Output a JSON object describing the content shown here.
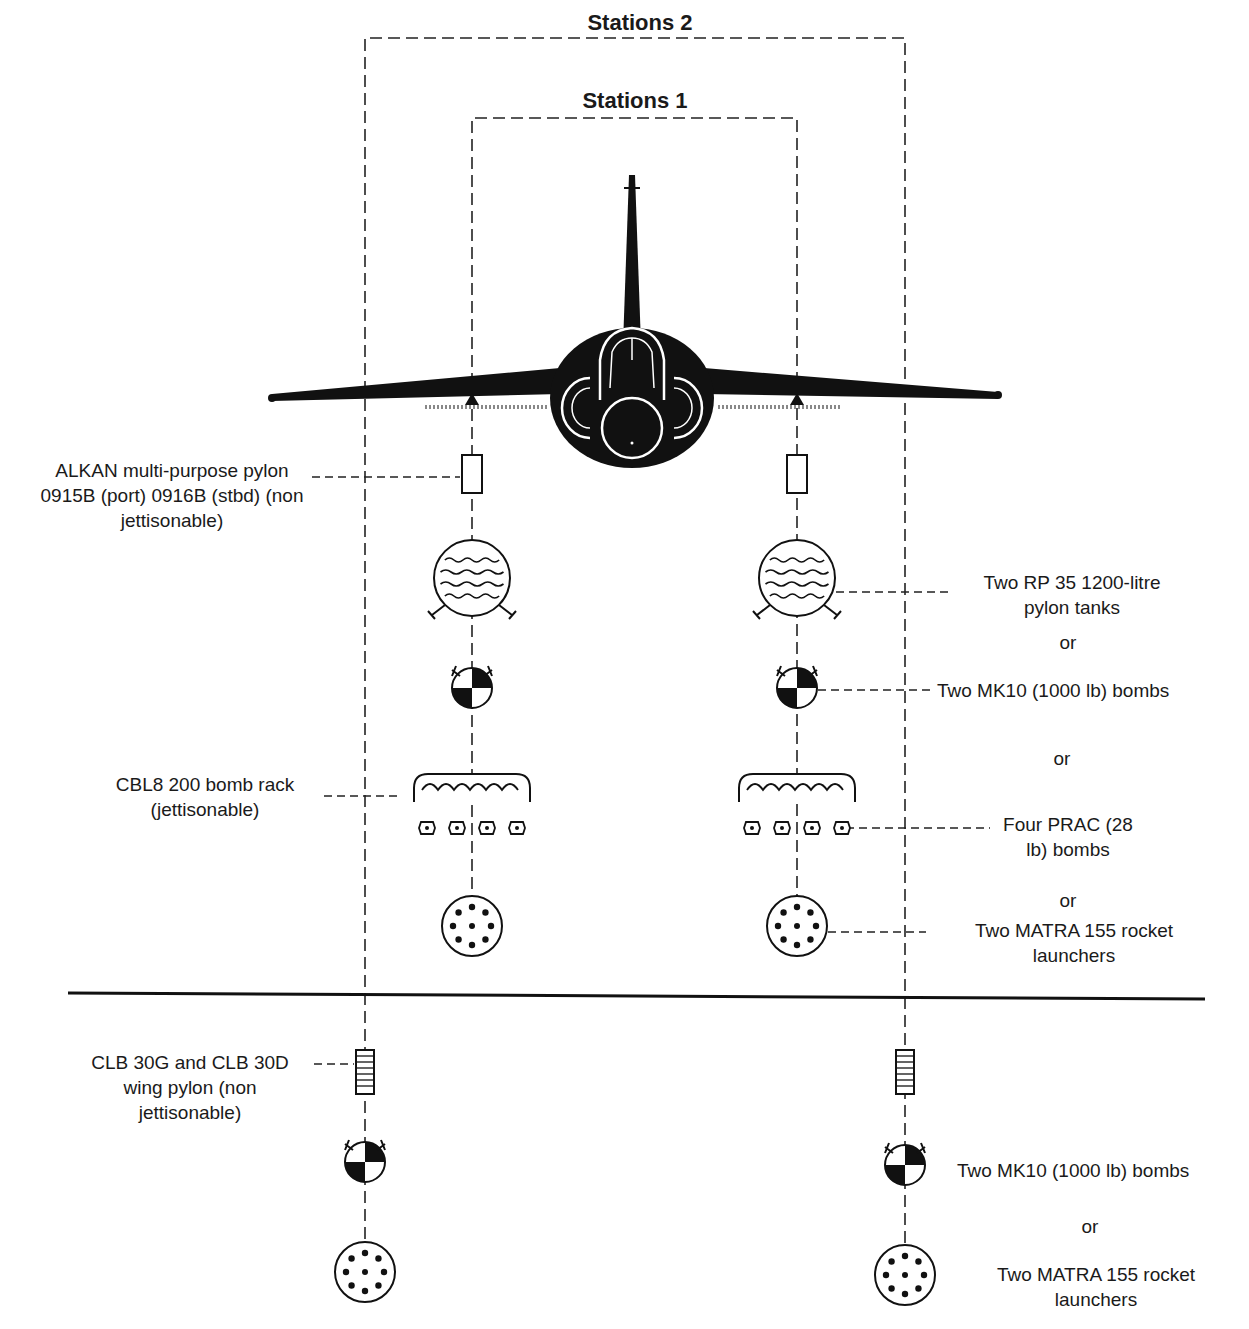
{
  "diagram": {
    "labels": [
      "Stations 2",
      "Stations 1",
      "ALKAN multi-purpose pylon 0915B (port) 0916B (stbd) (non jettisonable)",
      "Two RP 35 1200-litre pylon tanks",
      "or",
      "Two MK10 (1000 lb) bombs",
      "or",
      "CBL8 200 bomb rack (jettisonable)",
      "Four PRAC (28 lb) bombs",
      "or",
      "Two MATRA 155 rocket launchers",
      "CLB 30G and CLB 30D wing pylon (non jettisonable)",
      "Two MK10 (1000 lb) bombs",
      "or",
      "Two MATRA 155 rocket launchers"
    ]
  }
}
